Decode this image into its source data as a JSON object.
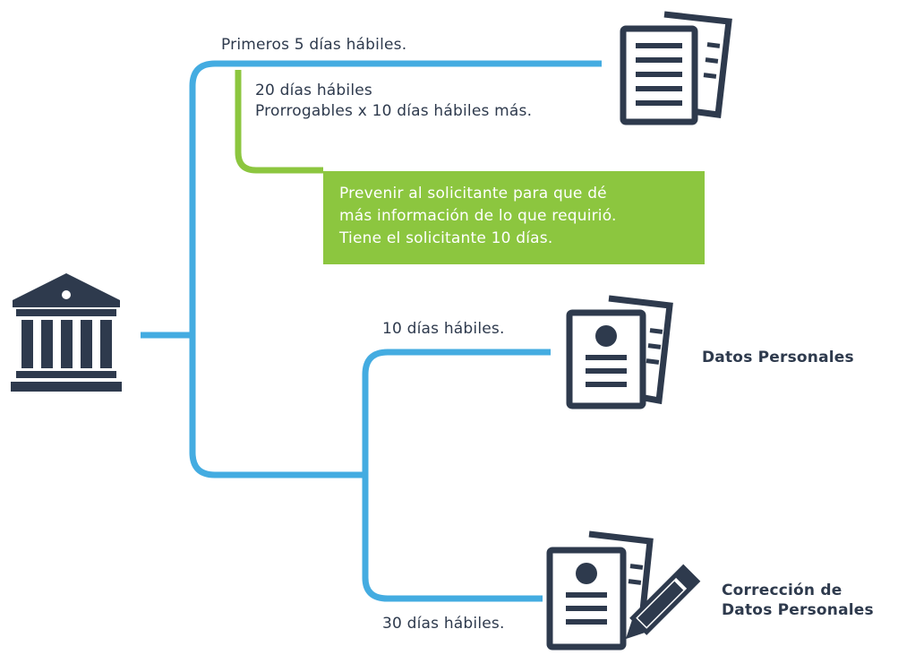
{
  "labels": {
    "first_days": "Primeros 5 días hábiles.",
    "twenty_days": "20 días hábiles",
    "extension": "Prorrogables x 10 días hábiles más.",
    "ten_days": "10 días hábiles.",
    "thirty_days": "30 días hábiles."
  },
  "prevention_box": {
    "lines": [
      "Prevenir al solicitante para que dé",
      "más información de lo que requirió.",
      "Tiene el solicitante 10 días."
    ]
  },
  "targets": {
    "personal_data": "Datos Personales",
    "correction_line1": "Corrección de",
    "correction_line2": "Datos Personales"
  },
  "icons": {
    "institution": "institution-building-icon",
    "documents": "document-stack-icon",
    "personal_data": "personal-data-document-icon",
    "correction": "correction-document-pencil-icon"
  },
  "colors": {
    "blue_line": "#44ace1",
    "green": "#8cc63f",
    "navy": "#2e3a4d"
  }
}
